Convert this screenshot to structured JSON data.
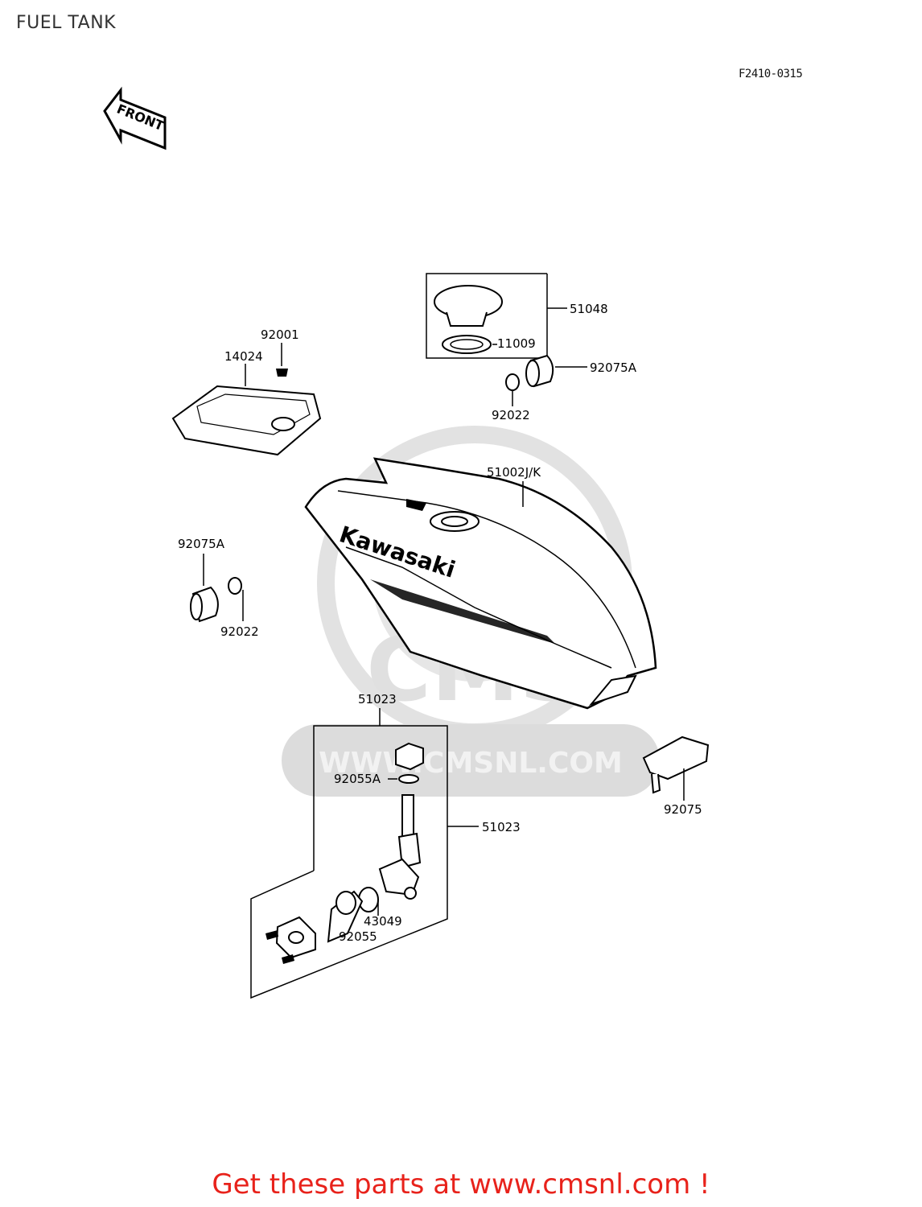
{
  "page": {
    "title": "FUEL TANK",
    "ref_code": "F2410-0315",
    "front_label": "FRONT",
    "tank_brand": "Kawasaki",
    "watermark_text": "WWW.CMSNL.COM",
    "watermark_logo": "CMS",
    "footer_cta": "Get these parts at www.cmsnl.com !"
  },
  "callouts": {
    "c51048": "51048",
    "c11009": "11009",
    "c92075A_top": "92075A",
    "c92022_top": "92022",
    "c92001": "92001",
    "c14024": "14024",
    "c51002": "51002J/K",
    "c92075A_left": "92075A",
    "c92022_left": "92022",
    "c51023_top": "51023",
    "c92055A": "92055A",
    "c51023_side": "51023",
    "c43049": "43049",
    "c92055": "92055",
    "c92075": "92075"
  },
  "colors": {
    "footer": "#e8221b",
    "watermark": "#d9d9d9",
    "line": "#000000"
  }
}
